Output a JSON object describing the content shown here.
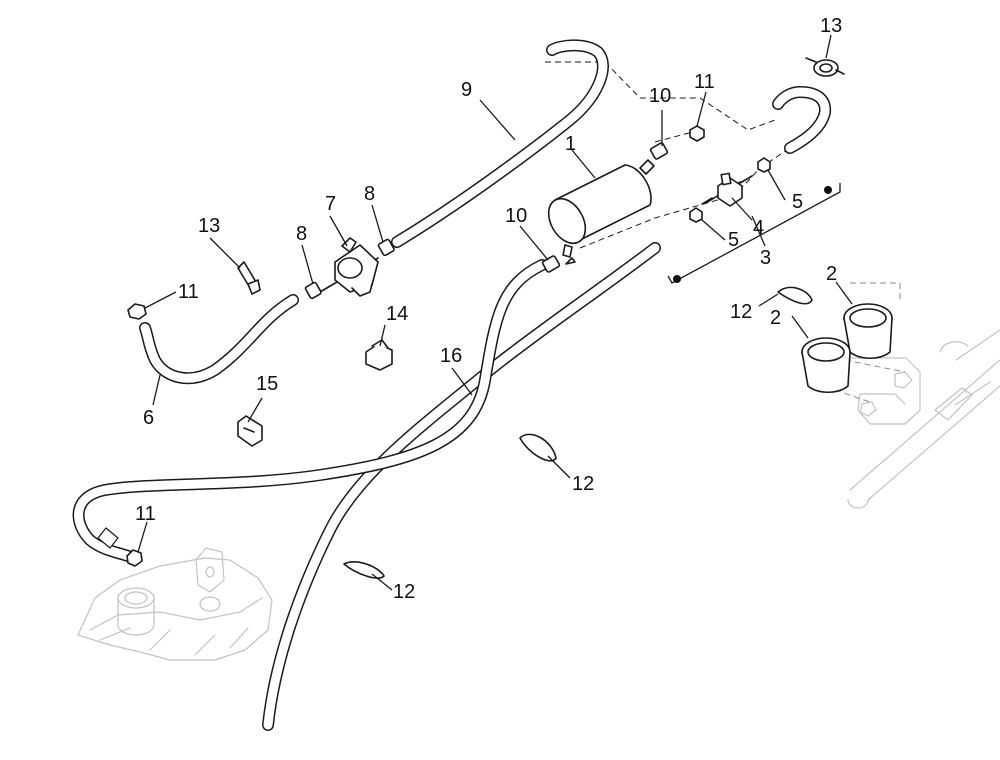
{
  "callouts": {
    "c1": "1",
    "c2a": "2",
    "c2b": "2",
    "c3": "3",
    "c4": "4",
    "c5a": "5",
    "c5b": "5",
    "c6": "6",
    "c7": "7",
    "c8a": "8",
    "c8b": "8",
    "c9": "9",
    "c10a": "10",
    "c10b": "10",
    "c11a": "11",
    "c11b": "11",
    "c11c": "11",
    "c12a": "12",
    "c12b": "12",
    "c12c": "12",
    "c13a": "13",
    "c13b": "13",
    "c14": "14",
    "c15": "15",
    "c16": "16"
  },
  "colors": {
    "line": "#1a1a1a",
    "ghost": "#c2c2c2",
    "background": "#ffffff"
  }
}
